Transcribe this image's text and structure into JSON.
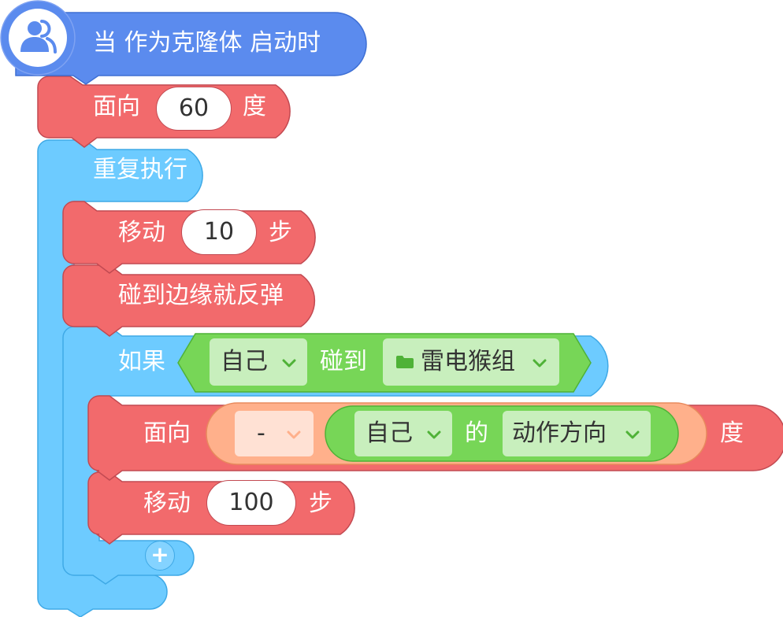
{
  "colors": {
    "event": "#5b8bee",
    "motion": "#f26a6c",
    "control": "#6dcbff",
    "sensing": "#77d657",
    "operator": "#ffb08b"
  },
  "hat": {
    "icon": "clone-users-icon",
    "label": "当 作为克隆体 启动时"
  },
  "face1": {
    "label": "面向",
    "value": "60",
    "unit": "度"
  },
  "forever": {
    "label": "重复执行"
  },
  "move1": {
    "label": "移动",
    "value": "10",
    "unit": "步"
  },
  "bounce": {
    "label": "碰到边缘就反弹"
  },
  "if_block": {
    "label": "如果",
    "subject": "自己",
    "verb": "碰到",
    "target_icon": "folder-icon",
    "target": "雷电猴组"
  },
  "face2": {
    "label": "面向",
    "operator": "-",
    "sprite": "自己",
    "of_label": "的",
    "property": "动作方向",
    "unit": "度"
  },
  "move2": {
    "label": "移动",
    "value": "100",
    "unit": "步"
  },
  "add_button": {
    "label": "+"
  }
}
